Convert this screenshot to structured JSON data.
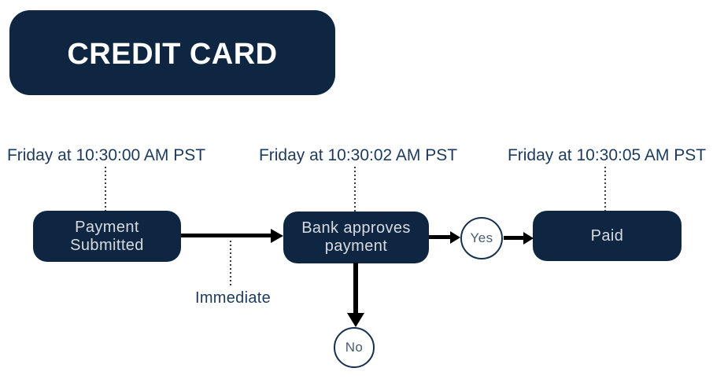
{
  "header": {
    "title": "CREDIT CARD"
  },
  "flow": {
    "timestamps": [
      {
        "label": "Friday at 10:30:00 AM PST"
      },
      {
        "label": "Friday at 10:30:02 AM PST"
      },
      {
        "label": "Friday at 10:30:05 AM PST"
      }
    ],
    "nodes": [
      {
        "line1": "Payment",
        "line2": "Submitted"
      },
      {
        "line1": "Bank approves",
        "line2": "payment"
      },
      {
        "line1": "Paid",
        "line2": ""
      }
    ],
    "decisions": [
      {
        "label": "Yes"
      },
      {
        "label": "No"
      }
    ],
    "edge_label": "Immediate"
  },
  "colors": {
    "navy": "#0f2642",
    "box-text": "#d7dbe0",
    "label-text": "#1c3a5c",
    "arrow": "#000000",
    "circle-border": "#16304f",
    "circle-text": "#4a5b72",
    "dotted": "#3c3c3c",
    "background": "#ffffff"
  }
}
